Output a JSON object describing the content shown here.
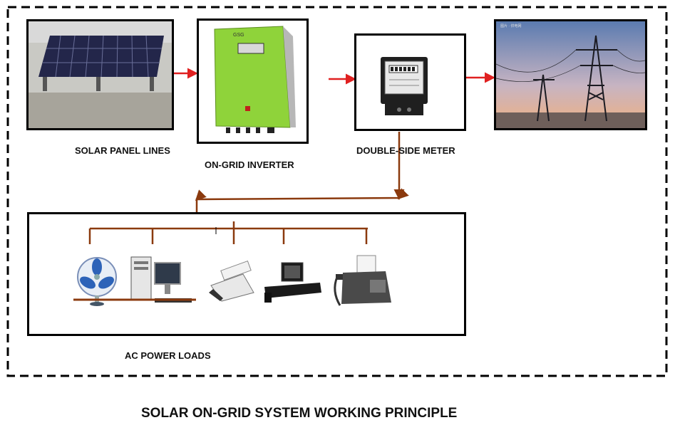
{
  "diagram": {
    "title": "SOLAR ON-GRID SYSTEM WORKING PRINCIPLE",
    "nodes": {
      "solar_panel": {
        "label": "SOLAR PANEL LINES"
      },
      "inverter": {
        "label": "ON-GRID INVERTER"
      },
      "meter": {
        "label": "DOUBLE-SIDE METER"
      },
      "grid": {
        "label": ""
      },
      "loads": {
        "label": "AC POWER LOADS"
      }
    },
    "colors": {
      "arrow": "#e02020",
      "wire": "#8b3a0e",
      "border": "#000000",
      "inverter_body": "#8fd33a",
      "sky_top": "#5b7bb0",
      "sky_bottom": "#f0b080"
    },
    "icons": [
      "solar-panel-icon",
      "inverter-icon",
      "meter-icon",
      "transmission-tower-icon",
      "fan-icon",
      "desktop-computer-icon",
      "printer-icon",
      "tv-icon",
      "fax-machine-icon"
    ]
  }
}
